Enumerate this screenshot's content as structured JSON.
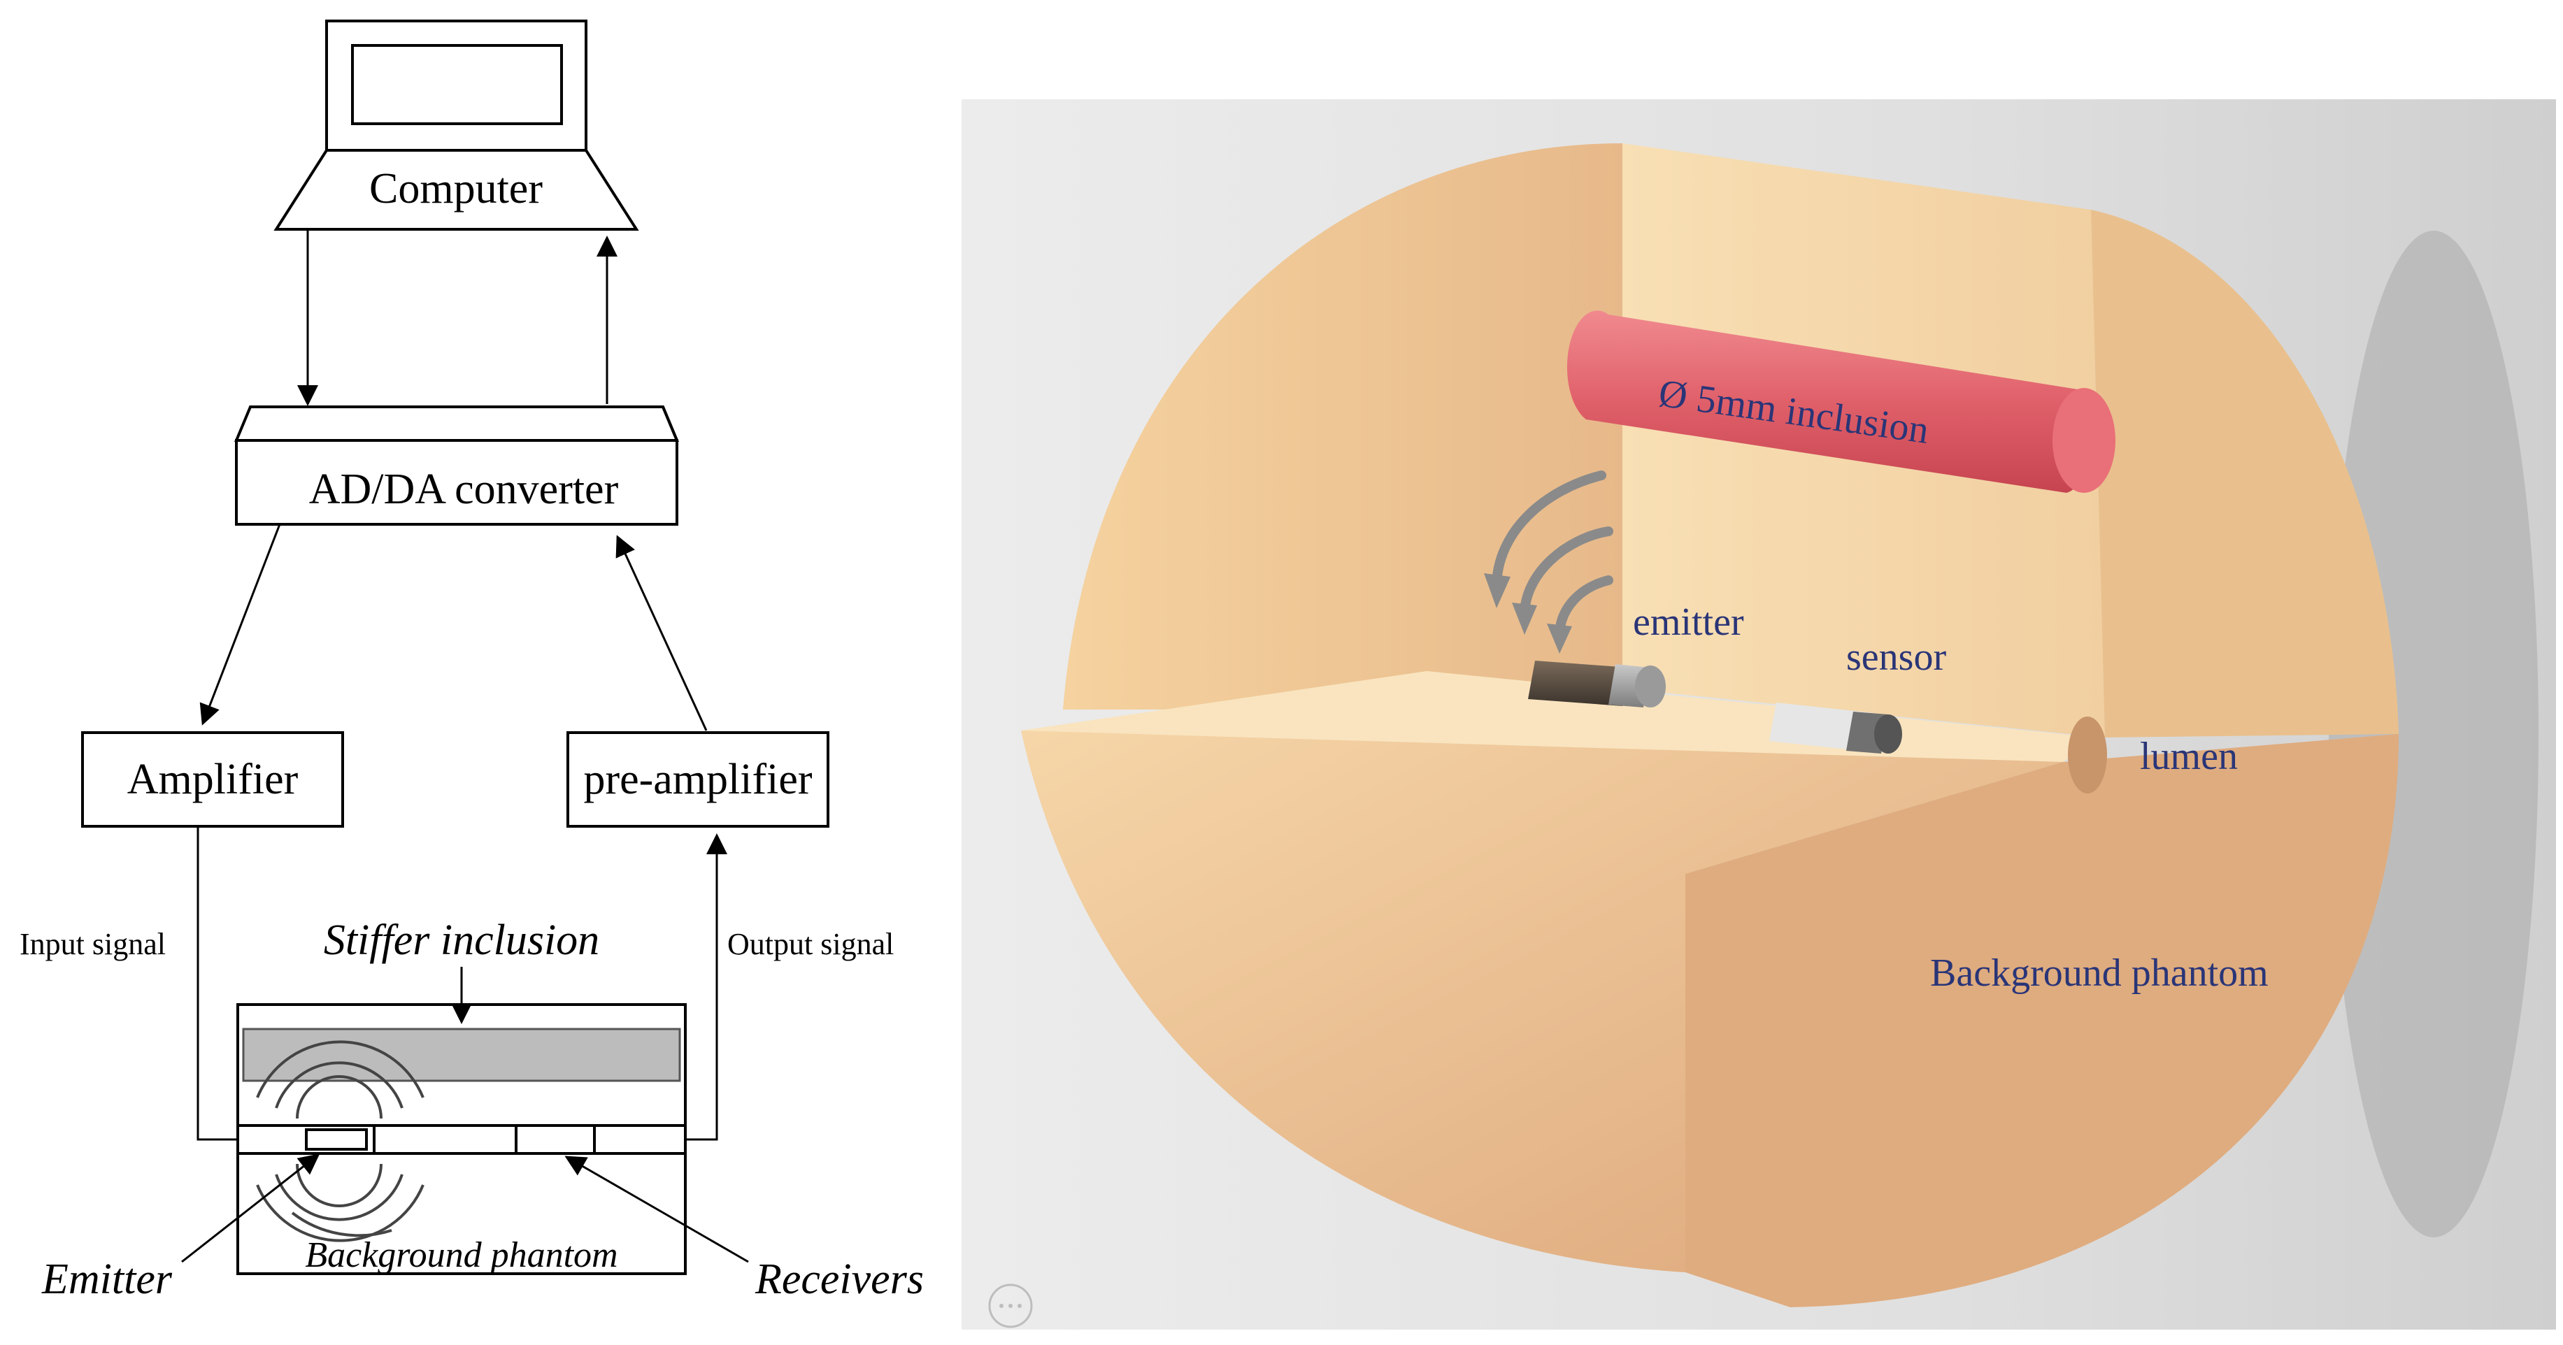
{
  "schematic": {
    "computer": "Computer",
    "converter": "AD/DA converter",
    "amplifier": "Amplifier",
    "preamplifier": "pre-amplifier",
    "input_signal": "Input signal",
    "output_signal": "Output signal",
    "stiffer_inclusion": "Stiffer inclusion",
    "background_phantom": "Background phantom",
    "emitter": "Emitter",
    "receivers": "Receivers"
  },
  "render": {
    "inclusion": "Ø 5mm inclusion",
    "emitter": "emitter",
    "sensor": "sensor",
    "lumen": "lumen",
    "background_phantom": "Background phantom"
  },
  "colors": {
    "phantom": "#f2cf9e",
    "inclusion": "#e0606a",
    "label_text": "#2a3577",
    "backdrop": "#d9d9d9"
  }
}
